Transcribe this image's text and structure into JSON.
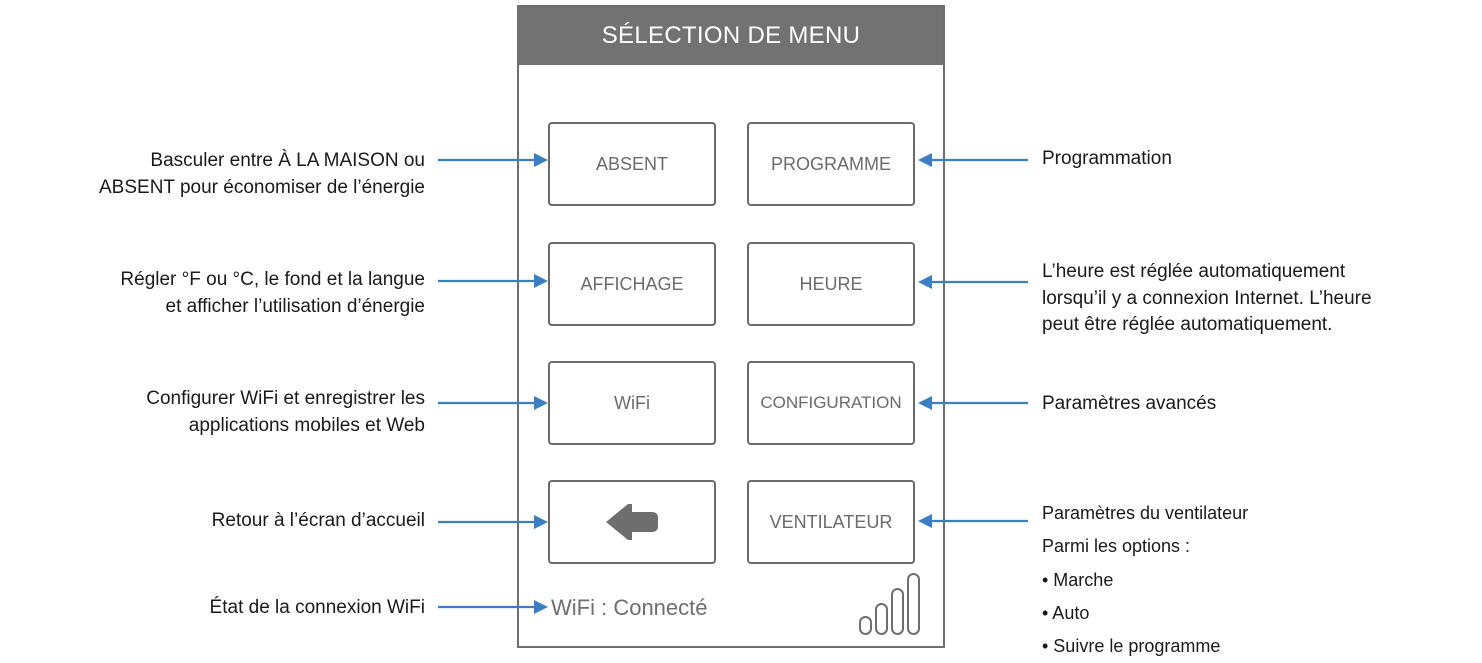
{
  "screen": {
    "title": "SÉLECTION DE MENU",
    "buttons": {
      "absent": "ABSENT",
      "programme": "PROGRAMME",
      "affichage": "AFFICHAGE",
      "heure": "HEURE",
      "wifi": "WiFi",
      "configuration": "CONFIGURATION",
      "ventilateur": "VENTILATEUR"
    },
    "back_icon": "left-arrow-icon",
    "wifi_status": "WiFi : Connecté",
    "signal_icon": "signal-bars-icon"
  },
  "callouts": {
    "left": {
      "absent": [
        "Basculer entre À LA MAISON ou",
        "ABSENT pour économiser de l’énergie"
      ],
      "affichage": [
        "Régler °F ou °C, le fond et la langue",
        "et afficher l’utilisation d’énergie"
      ],
      "wifi": [
        "Configurer WiFi et enregistrer les",
        "applications mobiles et Web"
      ],
      "back": [
        "Retour à l’écran d’accueil"
      ],
      "status": [
        "État de la connexion WiFi"
      ]
    },
    "right": {
      "programme": [
        "Programmation"
      ],
      "heure": [
        "L’heure est réglée automatiquement",
        "lorsqu’il y a connexion Internet. L’heure",
        "peut être réglée automatiquement."
      ],
      "configuration": [
        "Paramètres avancés"
      ],
      "ventilateur": {
        "title": "Paramètres du ventilateur",
        "intro": "Parmi les options :",
        "options": [
          "• Marche",
          "• Auto",
          "• Suivre le programme"
        ]
      }
    }
  },
  "colors": {
    "arrow": "#3a7fc1",
    "header": "#727272",
    "button_border": "#6a6a6a"
  }
}
